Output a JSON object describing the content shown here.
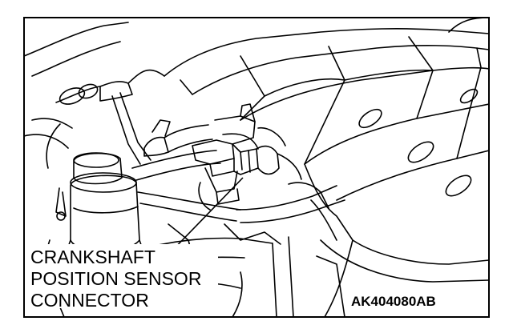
{
  "diagram": {
    "callout": {
      "lines": [
        "CRANKSHAFT",
        "POSITION SENSOR",
        "CONNECTOR"
      ]
    },
    "reference_code": "AK404080AB"
  }
}
